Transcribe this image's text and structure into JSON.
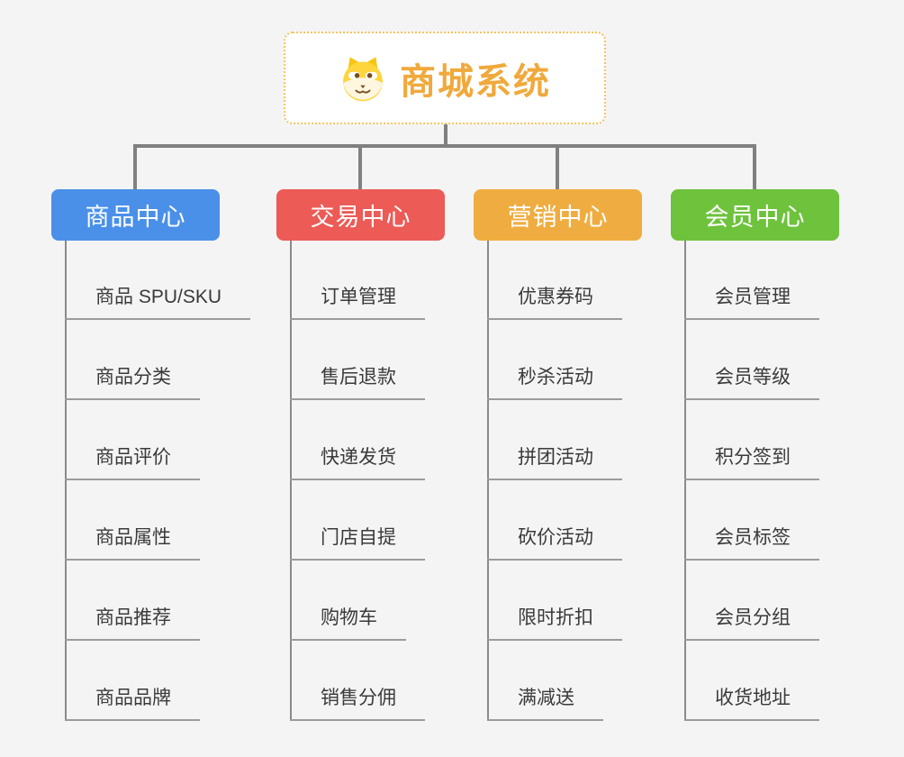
{
  "root": {
    "title": "商城系统",
    "icon": "dog-face-icon"
  },
  "branches": [
    {
      "id": "product-center",
      "label": "商品中心",
      "color": "#4A90E9",
      "children": [
        "商品 SPU/SKU",
        "商品分类",
        "商品评价",
        "商品属性",
        "商品推荐",
        "商品品牌"
      ]
    },
    {
      "id": "trade-center",
      "label": "交易中心",
      "color": "#EC5B56",
      "children": [
        "订单管理",
        "售后退款",
        "快递发货",
        "门店自提",
        "购物车",
        "销售分佣"
      ]
    },
    {
      "id": "marketing-center",
      "label": "营销中心",
      "color": "#EFAD41",
      "children": [
        "优惠券码",
        "秒杀活动",
        "拼团活动",
        "砍价活动",
        "限时折扣",
        "满减送"
      ]
    },
    {
      "id": "member-center",
      "label": "会员中心",
      "color": "#6EC23C",
      "children": [
        "会员管理",
        "会员等级",
        "积分签到",
        "会员标签",
        "会员分组",
        "收货地址"
      ]
    }
  ],
  "colors": {
    "background": "#F4F4F4",
    "connector": "#808080",
    "branch_line": "#8A8A8A",
    "leaf_underline": "#9B9B9B",
    "leaf_text": "#3A3A3A",
    "root_border": "#F6C25F",
    "root_title": "#F0A93C",
    "branch_text": "#FFFFFF"
  }
}
